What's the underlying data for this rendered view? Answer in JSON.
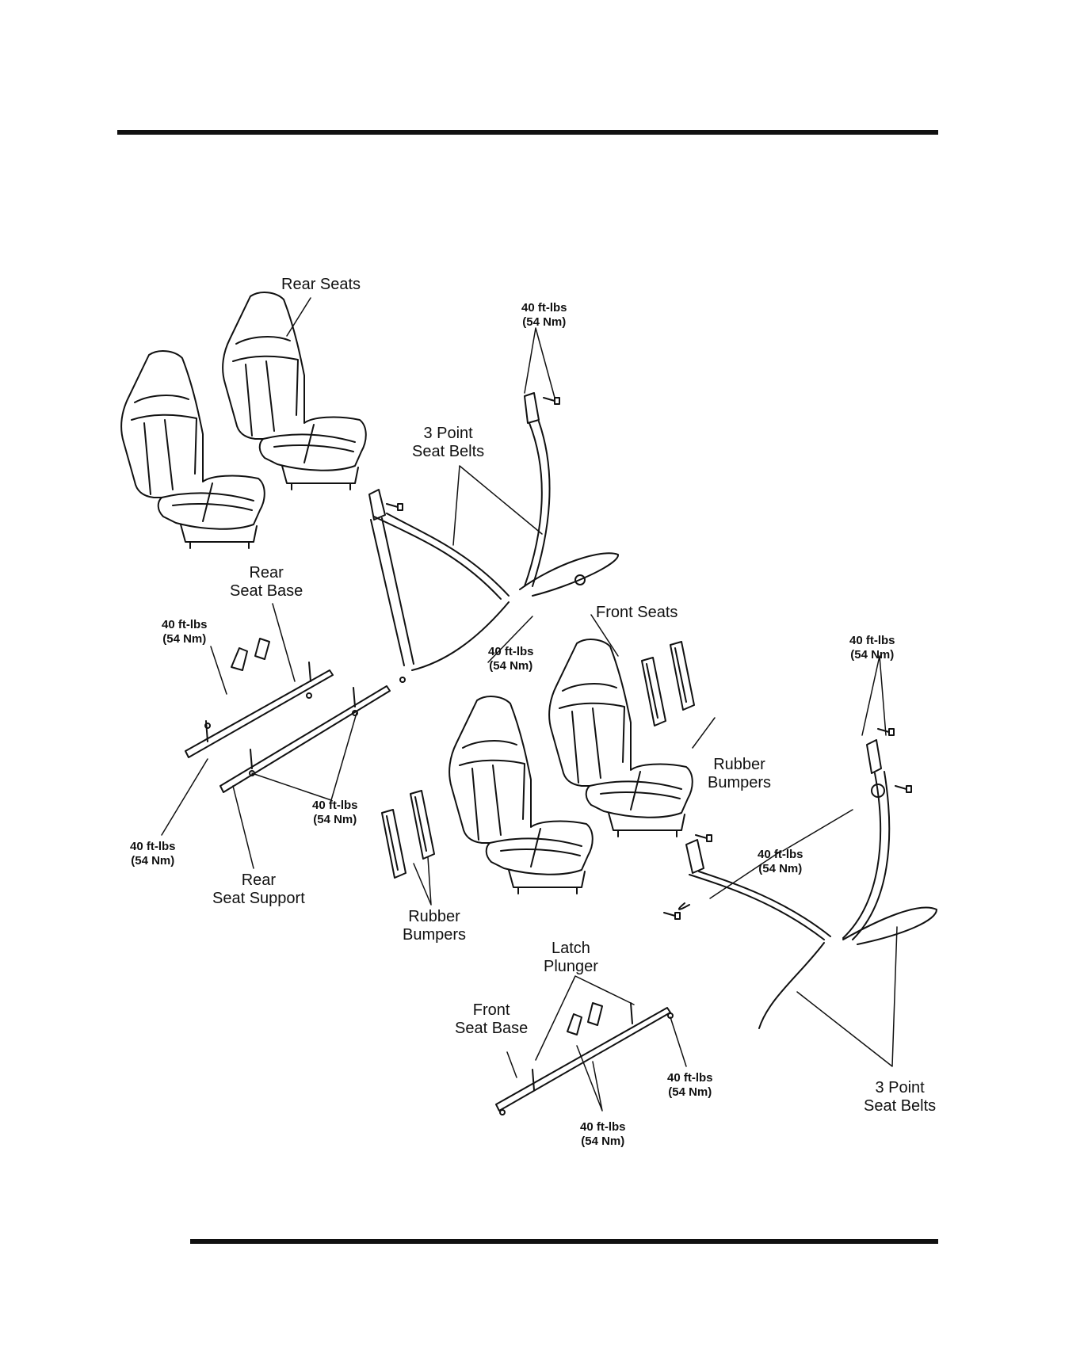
{
  "labels": {
    "rear_seats": "Rear Seats",
    "three_point_top": [
      "3 Point",
      "Seat Belts"
    ],
    "rear_seat_base": [
      "Rear",
      "Seat Base"
    ],
    "front_seats": "Front Seats",
    "rubber_bumpers_right": [
      "Rubber",
      "Bumpers"
    ],
    "rear_seat_support": [
      "Rear",
      "Seat Support"
    ],
    "rubber_bumpers_left": [
      "Rubber",
      "Bumpers"
    ],
    "latch_plunger": [
      "Latch",
      "Plunger"
    ],
    "front_seat_base": [
      "Front",
      "Seat Base"
    ],
    "three_point_bottom": [
      "3 Point",
      "Seat Belts"
    ]
  },
  "torque": {
    "top_center": [
      "40 ft-lbs",
      "(54 Nm)"
    ],
    "rear_base_left": [
      "40 ft-lbs",
      "(54 Nm)"
    ],
    "mid_center": [
      "40 ft-lbs",
      "(54 Nm)"
    ],
    "top_right": [
      "40 ft-lbs",
      "(54 Nm)"
    ],
    "rear_support": [
      "40 ft-lbs",
      "(54 Nm)"
    ],
    "rear_base_bottom": [
      "40 ft-lbs",
      "(54 Nm)"
    ],
    "front_belt": [
      "40 ft-lbs",
      "(54 Nm)"
    ],
    "front_base_right": [
      "40 ft-lbs",
      "(54 Nm)"
    ],
    "front_base_bottom": [
      "40 ft-lbs",
      "(54 Nm)"
    ]
  }
}
